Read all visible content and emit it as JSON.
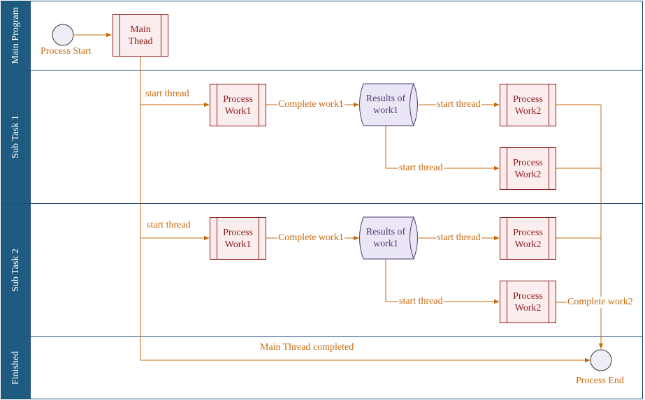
{
  "lanes": [
    "Main Program",
    "Sub Task 1",
    "Sub Task 2",
    "Finished"
  ],
  "nodes": {
    "process_start": "Process Start",
    "main_thread": "Main Thead",
    "st1_process_work1": "Process Work1",
    "st1_results": "Results of work1",
    "st1_process_work2_top": "Process Work2",
    "st1_process_work2_bottom": "Process Work2",
    "st2_process_work1": "Process Work1",
    "st2_results": "Results of work1",
    "st2_process_work2_top": "Process Work2",
    "st2_process_work2_bottom": "Process Work2",
    "process_end": "Process End"
  },
  "edges": {
    "st1_start_thread": "start thread",
    "st1_complete_work1": "Complete work1",
    "st1_start_thread_top": "start thread",
    "st1_start_thread_bottom": "start thread",
    "st2_start_thread": "start thread",
    "st2_complete_work1": "Complete work1",
    "st2_start_thread_top": "start thread",
    "st2_start_thread_bottom": "start thread",
    "complete_work2": "Complete work2",
    "main_thread_completed": "Main Thread completed"
  },
  "colors": {
    "lane_header": "#1f5b80",
    "lane_border": "#1f4e79",
    "connector": "#c8680c",
    "process_border": "#8b1a1a",
    "process_fill": "#fbeded",
    "store_fill": "#ebe6f5",
    "store_border": "#4a3b73",
    "event_fill": "#eeeef6"
  }
}
